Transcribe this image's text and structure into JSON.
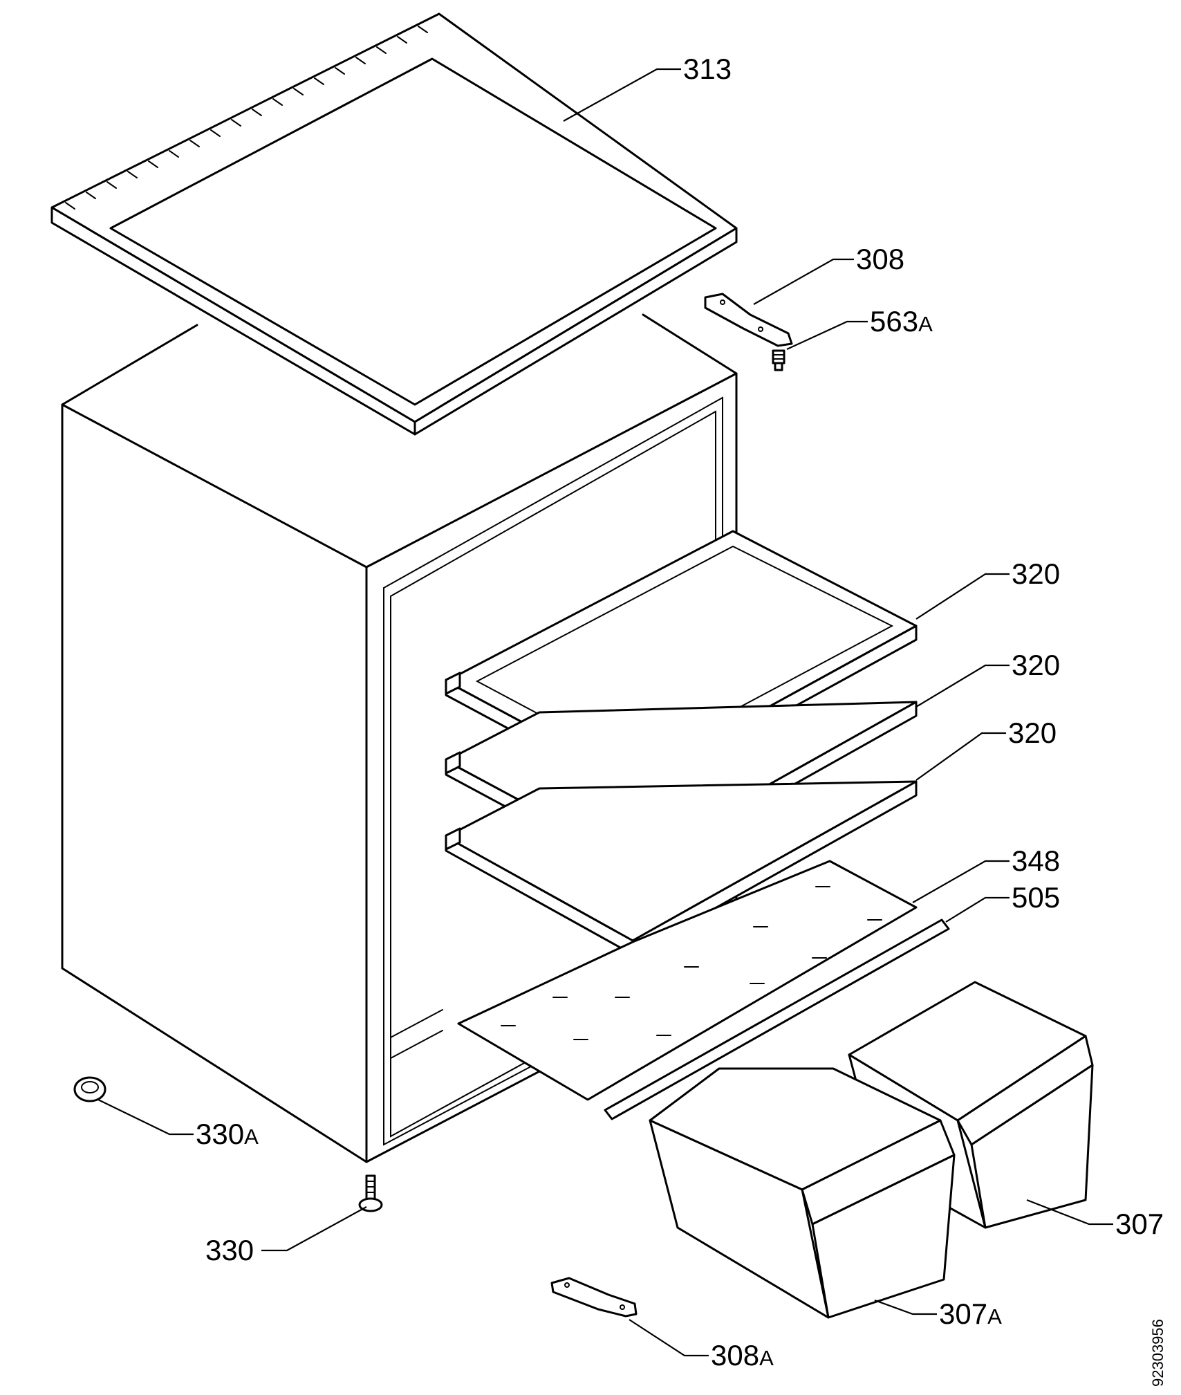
{
  "labels": {
    "l313": "313",
    "l308": "308",
    "l563a_num": "563",
    "l563a_suffix": "A",
    "l320_top": "320",
    "l320_mid": "320",
    "l320_bot": "320",
    "l348": "348",
    "l505": "505",
    "l330a_num": "330",
    "l330a_suffix": "A",
    "l330": "330",
    "l307": "307",
    "l307a_num": "307",
    "l307a_suffix": "A",
    "l308a_num": "308",
    "l308a_suffix": "A"
  },
  "document_number": "92303956"
}
